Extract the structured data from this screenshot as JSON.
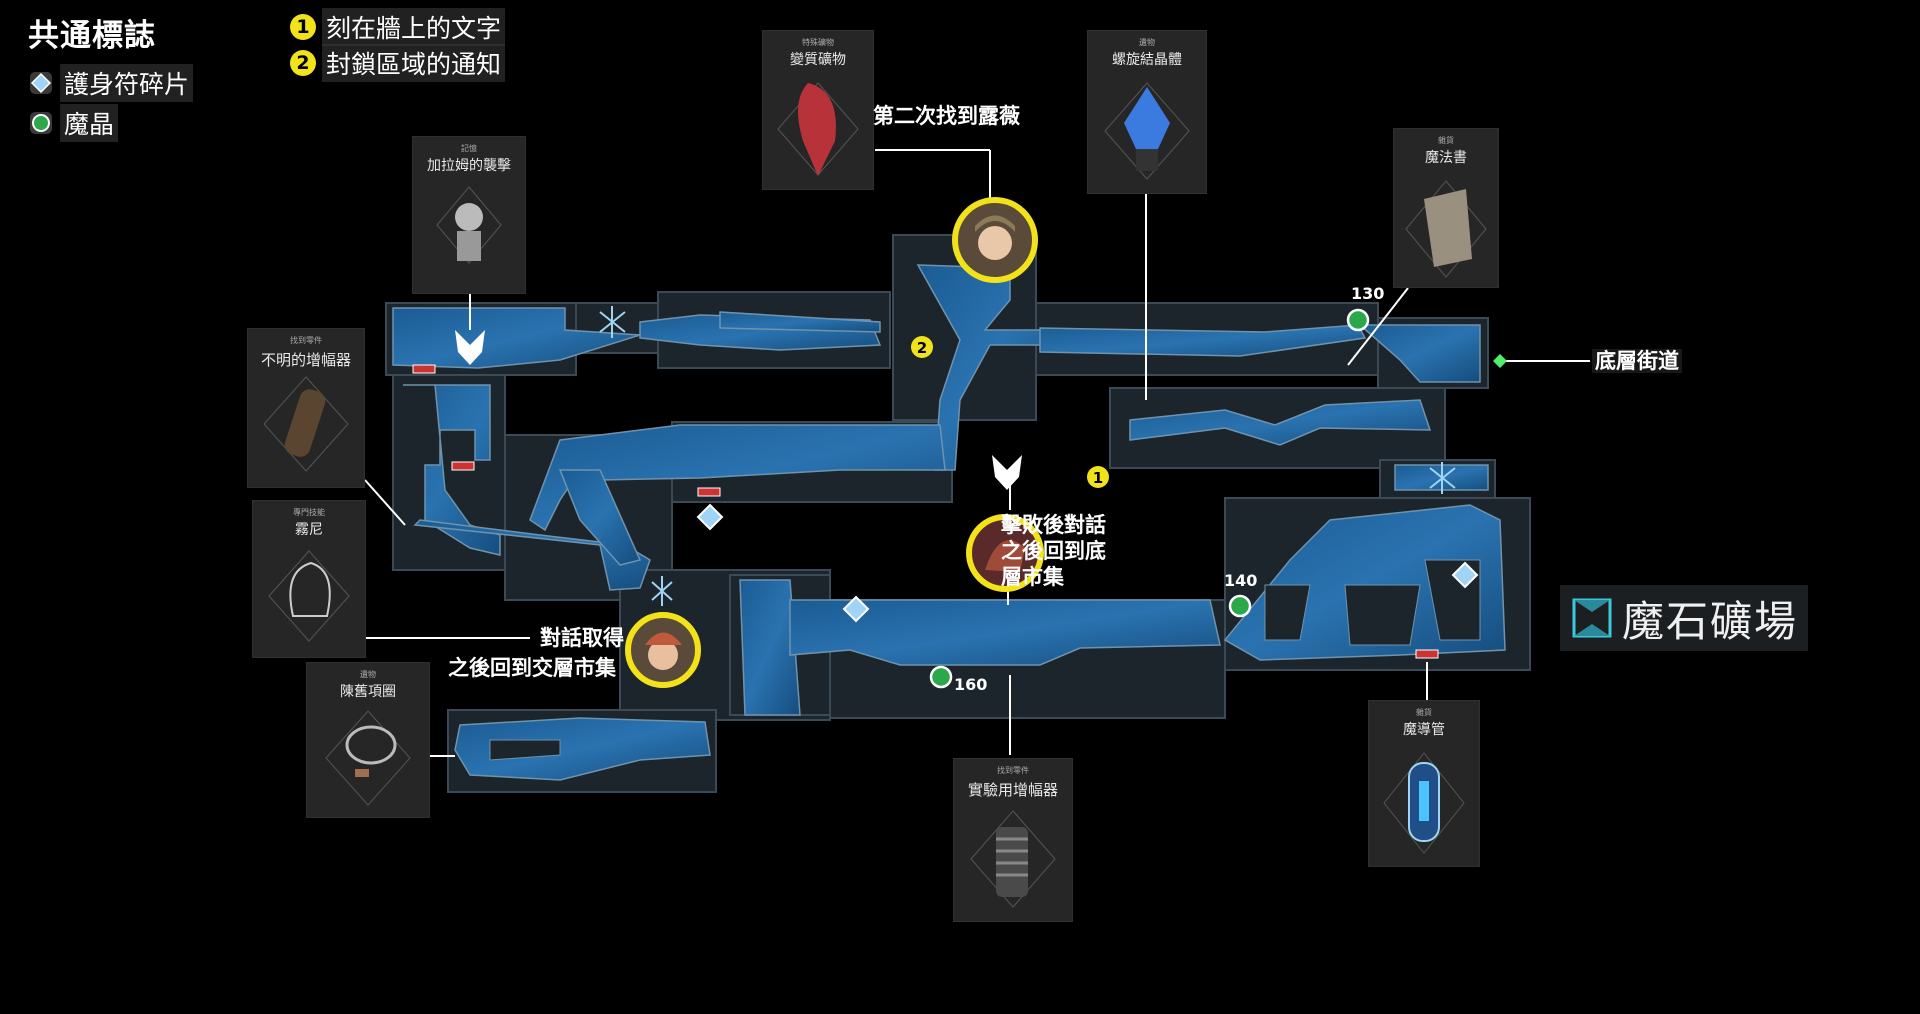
{
  "legend": {
    "title": "共通標誌",
    "items": [
      {
        "icon": "amulet-fragment-icon",
        "label": "護身符碎片"
      },
      {
        "icon": "magic-crystal-icon",
        "label": "魔晶"
      }
    ],
    "markers": [
      {
        "num": "1",
        "label": "刻在牆上的文字"
      },
      {
        "num": "2",
        "label": "封鎖區域的通知"
      }
    ]
  },
  "cards": [
    {
      "id": "galam",
      "sub": "記憶",
      "title": "加拉姆的襲擊"
    },
    {
      "id": "amplifier-unknown",
      "sub": "找到零件",
      "title": "不明的增幅器"
    },
    {
      "id": "mist",
      "sub": "專門技能",
      "title": "霧尼"
    },
    {
      "id": "necklace",
      "sub": "遺物",
      "title": "陳舊項圈"
    },
    {
      "id": "mineral",
      "sub": "特殊礦物",
      "title": "變質礦物"
    },
    {
      "id": "spiral",
      "sub": "遺物",
      "title": "螺旋結晶體"
    },
    {
      "id": "grimoire",
      "sub": "雜貨",
      "title": "魔法書"
    },
    {
      "id": "amplifier-test",
      "sub": "找到零件",
      "title": "實驗用增幅器"
    },
    {
      "id": "conduit",
      "sub": "雜貨",
      "title": "魔導管"
    }
  ],
  "annotations": {
    "second_find": "第二次找到露薇",
    "defeat_1": "擊敗後對話",
    "defeat_2": "之後回到底",
    "defeat_3": "層市集",
    "talk_1": "對話取得",
    "talk_2": "之後回到交層市集",
    "exit": "底層街道"
  },
  "crystal_numbers": [
    "130",
    "140",
    "160"
  ],
  "area_name": "魔石礦場",
  "colors": {
    "map_fill": "#1d5a8f",
    "map_room": "#1e262d",
    "highlight": "#f2e21a",
    "crystal": "#2aa84a"
  }
}
